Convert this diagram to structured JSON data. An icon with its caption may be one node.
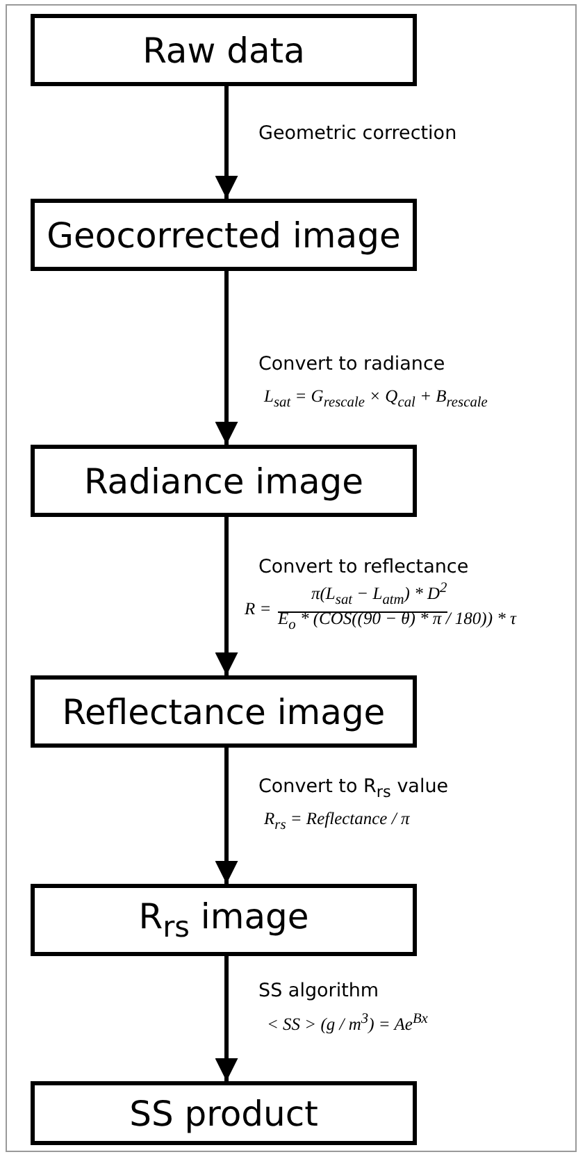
{
  "diagram": {
    "nodes": [
      {
        "text": [
          "Raw data"
        ]
      },
      {
        "text": [
          "Geocorrected image"
        ]
      },
      {
        "text": [
          "Radiance image"
        ]
      },
      {
        "text": [
          "Reflectance image"
        ]
      },
      {
        "text": [
          "R$_{rs}$ image"
        ]
      },
      {
        "text": [
          "SS product"
        ]
      }
    ],
    "edges": [
      {
        "from": 0,
        "to": 1,
        "arrow": "to",
        "label": "Geometric correction"
      },
      {
        "from": 1,
        "to": 2,
        "arrow": "to",
        "label": "Convert to radiance"
      },
      {
        "from": 2,
        "to": 3,
        "arrow": "to",
        "label": "Convert to reflectance"
      },
      {
        "from": 3,
        "to": 4,
        "arrow": "to",
        "label": "Convert to R$_{rs}$ value"
      },
      {
        "from": 4,
        "to": 5,
        "arrow": "to",
        "label": "SS algorithm"
      }
    ],
    "labels": [
      "L$_{sat}$ = G$_{rescale}$ × Q$_{cal}$ + B$_{rescale}$",
      "R =",
      "π(L$_{sat}$ − L$_{atm}$) * D$^{2}$",
      "E$_{o}$ * (COS((90 − θ) * π / 180)) * τ",
      "R$_{rs}$ = Reflectance / π",
      "< SS > (g / m$^{3}$) = Ae$^{Bx}$"
    ]
  }
}
